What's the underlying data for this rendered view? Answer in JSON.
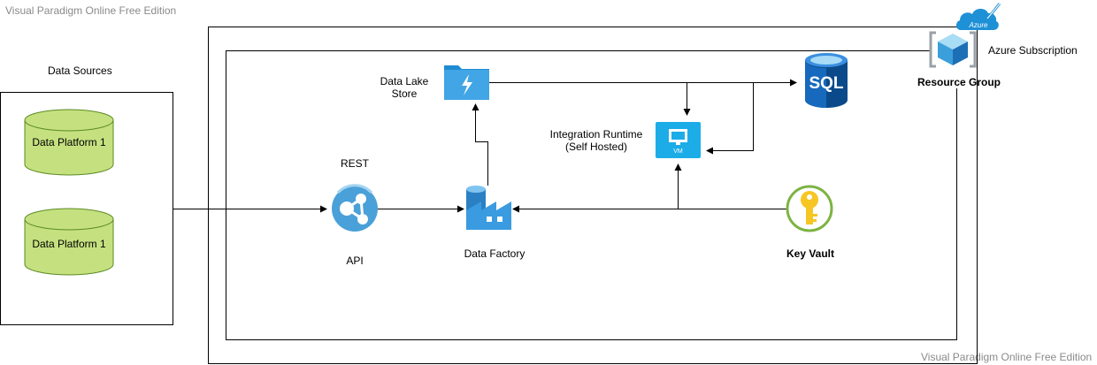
{
  "watermark": {
    "top": "Visual Paradigm Online Free Edition",
    "bottom": "Visual Paradigm Online Free Edition"
  },
  "sources": {
    "title": "Data Sources",
    "db1": "Data Platform 1",
    "db2": "Data Platform 1"
  },
  "nodes": {
    "rest": "REST",
    "api": "API",
    "data_factory": "Data Factory",
    "data_lake_line1": "Data Lake",
    "data_lake_line2": "Store",
    "integration_runtime_line1": "Integration Runtime",
    "integration_runtime_line2": "(Self Hosted)",
    "key_vault": "Key Vault",
    "resource_group": "Resource Group",
    "azure_subscription": "Azure Subscription",
    "sql_label": "SQL",
    "vm_label": "VM",
    "azure_badge": "Azure"
  },
  "colors": {
    "cylinder_fill": "#c5e17f",
    "cylinder_stroke": "#5b8a22",
    "azure_blue": "#1e90d6",
    "key_yellow": "#f6c624",
    "key_ring": "#7cb342",
    "sql_dark": "#0b4a8a"
  },
  "icons": [
    "azure-cloud-icon",
    "resource-group-icon",
    "sql-database-icon",
    "data-lake-icon",
    "vm-icon",
    "api-icon",
    "data-factory-icon",
    "key-vault-icon"
  ]
}
